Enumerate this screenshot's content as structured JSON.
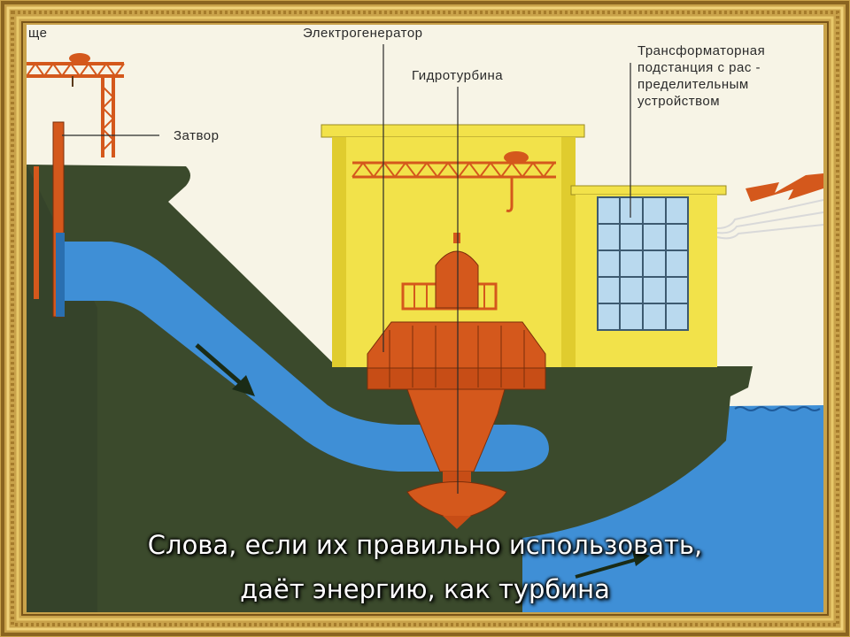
{
  "labels": {
    "top_left_fragment": "ще",
    "gate": "Затвор",
    "generator": "Электрогенератор",
    "turbine": "Гидротурбина",
    "substation_line1": "Трансформаторная",
    "substation_line2": "подстанция с рас -",
    "substation_line3": "пределительным",
    "substation_line4": "устройством"
  },
  "caption": {
    "line1": "Слова, если их правильно использовать,",
    "line2": "даёт энергию, как турбина"
  },
  "colors": {
    "frame_gold": "#c9a24a",
    "water": "#3f8fd6",
    "earth": "#3b4a2c",
    "building": "#f2e24a",
    "machinery": "#d4581c",
    "window": "#b9d9ee"
  }
}
